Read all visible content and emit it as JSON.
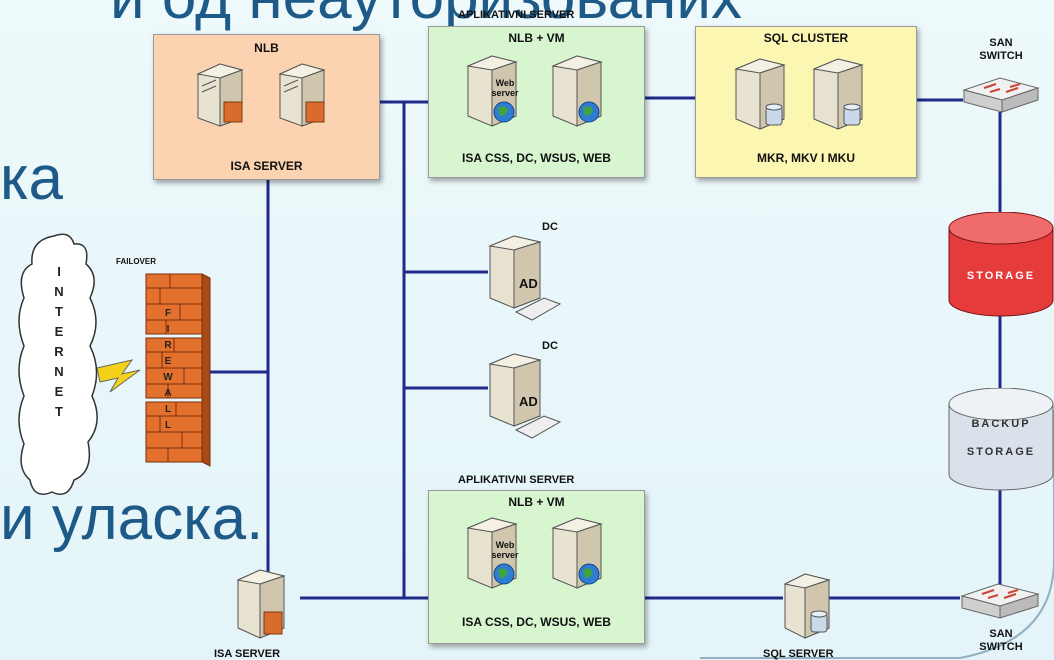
{
  "background_text": {
    "line1": "и од неауторизованих",
    "line2": "ка",
    "line3": "и уласка."
  },
  "nlb_box": {
    "title": "NLB",
    "caption": "ISA SERVER"
  },
  "app_server_top": {
    "header": "APLIKATIVNI SERVER",
    "title": "NLB + VM",
    "web_label": "Web server",
    "caption": "ISA CSS, DC, WSUS, WEB"
  },
  "sql_cluster": {
    "title": "SQL CLUSTER",
    "caption": "MKR, MKV I MKU"
  },
  "san_switch_top": {
    "label": "SAN SWITCH"
  },
  "dc1": {
    "label": "DC",
    "ad": "AD"
  },
  "dc2": {
    "label": "DC",
    "ad": "AD"
  },
  "storage": {
    "label": "STORAGE"
  },
  "backup_storage": {
    "line1": "BACKUP",
    "line2": "STORAGE"
  },
  "internet": {
    "letters": [
      "I",
      "N",
      "T",
      "E",
      "R",
      "N",
      "E",
      "T"
    ]
  },
  "firewall": {
    "failover": "FAILOVER",
    "letters": [
      "F",
      "I",
      "R",
      "E",
      "W",
      "A",
      "L",
      "L"
    ]
  },
  "app_server_bottom": {
    "header": "APLIKATIVNI SERVER",
    "title": "NLB + VM",
    "web_label": "Web server",
    "caption": "ISA CSS, DC, WSUS, WEB"
  },
  "isa_server_bottom": {
    "label": "ISA SERVER"
  },
  "sql_server": {
    "label": "SQL SERVER"
  },
  "san_switch_bottom": {
    "label": "SAN SWITCH"
  },
  "colors": {
    "line": "#1f2a8c",
    "nlb_fill": "#fbd3b0",
    "app_fill": "#d7f5cf",
    "sql_fill": "#fbf7b2",
    "text_blue": "#1e5a88"
  }
}
